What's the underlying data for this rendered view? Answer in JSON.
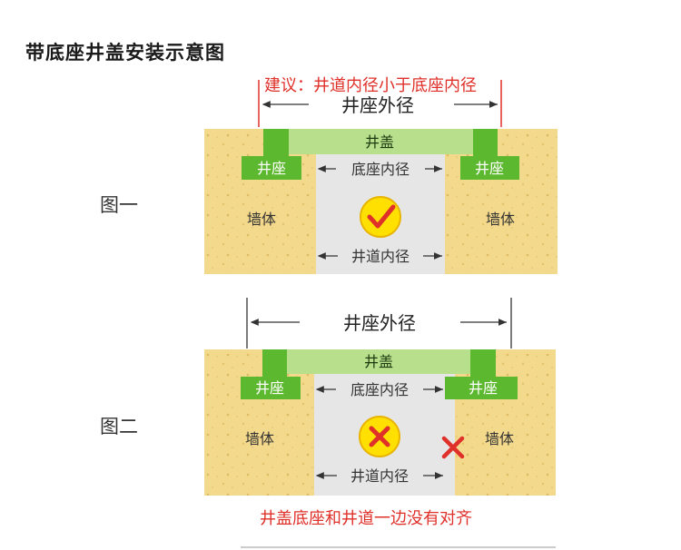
{
  "title": "带底座井盖安装示意图",
  "figure1": {
    "label": "图一",
    "advice": "建议：井道内径小于底座内径",
    "outer_diameter_label": "井座外径",
    "cover_label": "井盖",
    "seat_left_label": "井座",
    "seat_right_label": "井座",
    "base_inner_label": "底座内径",
    "wall_left_label": "墙体",
    "wall_right_label": "墙体",
    "shaft_inner_label": "井道内径",
    "status_icon": "check-icon"
  },
  "figure2": {
    "label": "图二",
    "outer_diameter_label": "井座外径",
    "cover_label": "井盖",
    "seat_left_label": "井座",
    "seat_right_label": "井座",
    "base_inner_label": "底座内径",
    "wall_left_label": "墙体",
    "wall_right_label": "墙体",
    "shaft_inner_label": "井道内径",
    "status_icon": "cross-icon",
    "misaligned_marker_icon": "cross-icon",
    "warning": "井盖底座和井道一边没有对齐"
  },
  "colors": {
    "wall": "#f3d98b",
    "shaft": "#e6e6e6",
    "cover": "#b8e08c",
    "seat": "#5cb82e",
    "warning_red": "#e0302a",
    "icon_yellow": "#ffe000"
  }
}
